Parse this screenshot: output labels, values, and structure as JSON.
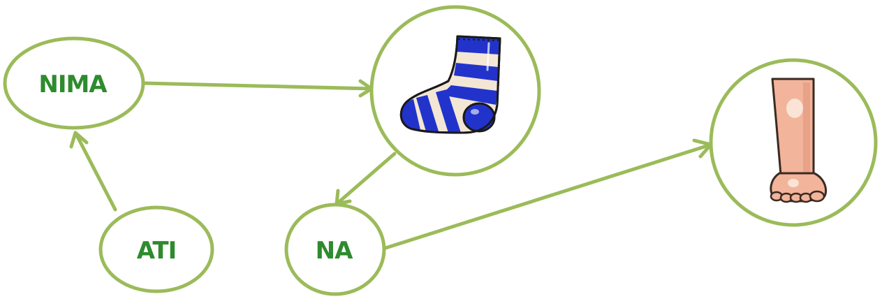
{
  "colors": {
    "node_stroke": "#9bbb59",
    "arrow": "#9bbb59",
    "label_text": "#2e8b2e"
  },
  "nodes": {
    "nima": {
      "label": "NIMA"
    },
    "ati": {
      "label": "ATI"
    },
    "na": {
      "label": "NA"
    },
    "sock": {
      "icon": "striped-sock-icon"
    },
    "leg": {
      "icon": "leg-foot-icon"
    }
  },
  "edges": [
    {
      "from": "ati",
      "to": "nima"
    },
    {
      "from": "nima",
      "to": "sock"
    },
    {
      "from": "sock",
      "to": "na"
    },
    {
      "from": "na",
      "to": "leg"
    }
  ]
}
